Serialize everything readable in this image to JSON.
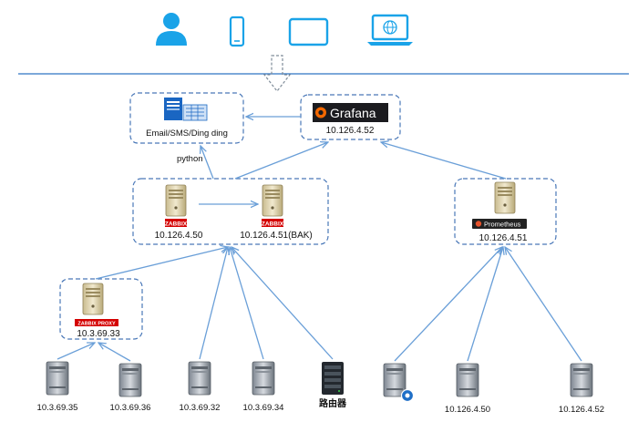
{
  "clients": [
    "user-icon",
    "phone-icon",
    "tablet-icon",
    "laptop-icon"
  ],
  "alert": {
    "label": "Email/SMS/Ding ding"
  },
  "grafana": {
    "brand": "Grafana",
    "ip": "10.126.4.52"
  },
  "edge_label": "python",
  "zabbix": {
    "brand": "ZABBIX",
    "primary_ip": "10.126.4.50",
    "backup_ip": "10.126.4.51(BAK)"
  },
  "prometheus": {
    "brand": "Prometheus",
    "ip": "10.126.4.51"
  },
  "proxy": {
    "brand": "ZABBIX PROXY",
    "ip": "10.3.69.33"
  },
  "hosts": [
    "10.3.69.35",
    "10.3.69.36",
    "10.3.69.32",
    "10.3.69.34",
    "路由器",
    "10.126.4.50",
    "10.126.4.52"
  ],
  "colors": {
    "accent": "#4a78b8",
    "line": "#6a9fd8",
    "zabbix_red": "#d40000",
    "grafana_orange": "#f46800"
  }
}
